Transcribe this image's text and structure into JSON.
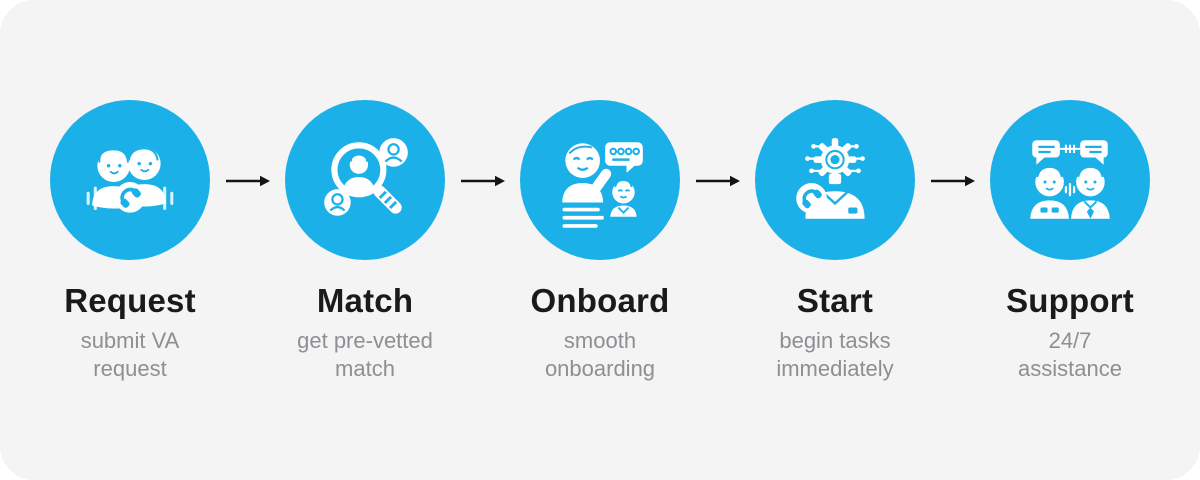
{
  "colors": {
    "page_bg": "#ffffff",
    "card_bg": "#f4f4f5",
    "circle": "#1cb0e8",
    "icon": "#ffffff",
    "title": "#1a1a1c",
    "subtitle": "#8e8e93",
    "arrow": "#141414"
  },
  "steps": [
    {
      "title": "Request",
      "subtitle": "submit VA request",
      "subtitle_lines": [
        "submit VA",
        "request"
      ],
      "icon": "clients-call-icon"
    },
    {
      "title": "Match",
      "subtitle": "get pre-vetted match",
      "subtitle_lines": [
        "get pre-vetted",
        "match"
      ],
      "icon": "candidate-search-icon"
    },
    {
      "title": "Onboard",
      "subtitle": "smooth onboarding",
      "subtitle_lines": [
        "smooth",
        "onboarding"
      ],
      "icon": "onboarding-wave-icon"
    },
    {
      "title": "Start",
      "subtitle": "begin tasks immediately",
      "subtitle_lines": [
        "begin tasks",
        "immediately"
      ],
      "icon": "automation-gear-icon"
    },
    {
      "title": "Support",
      "subtitle": "24/7 assistance",
      "subtitle_lines": [
        "24/7",
        "assistance"
      ],
      "icon": "support-chat-icon"
    }
  ],
  "connector": {
    "type": "arrow-right"
  }
}
